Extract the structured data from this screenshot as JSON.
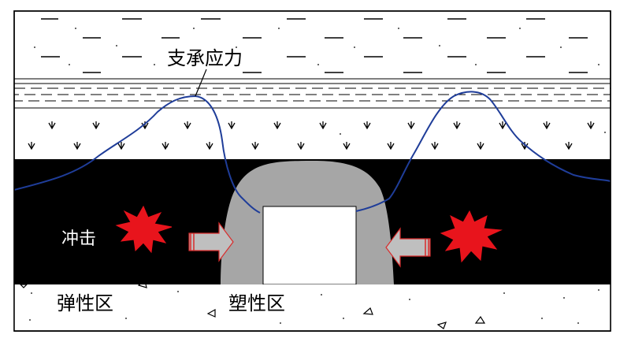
{
  "labels": {
    "support_stress": "支承应力",
    "impact": "冲击",
    "elastic_zone": "弹性区",
    "plastic_zone": "塑性区"
  },
  "colors": {
    "coal_seam": "#000000",
    "plastic_zone": "#a6a6a6",
    "stress_curve": "#1f3d99",
    "burst": "#e8141c",
    "arrow": "#bfbfbf",
    "arrow_edge": "#d92b2b"
  }
}
